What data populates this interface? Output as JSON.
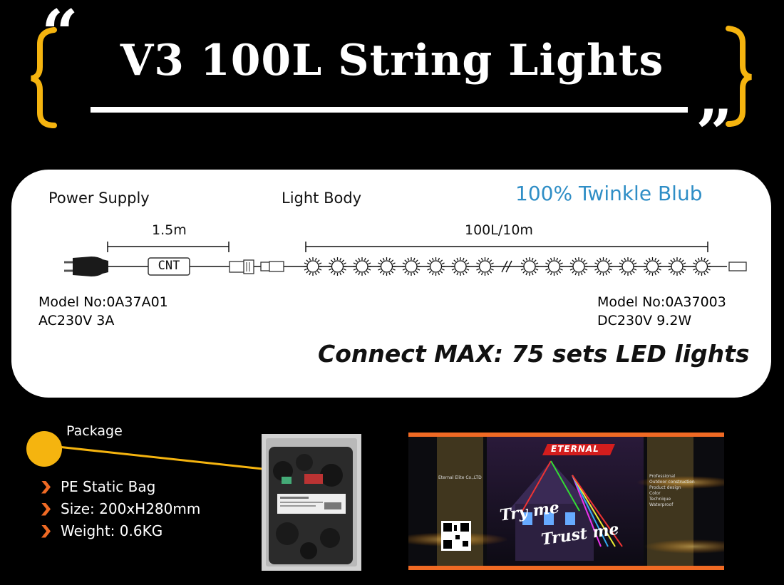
{
  "header": {
    "title": "V3 100L String Lights",
    "accent_color": "#f5b40f"
  },
  "card": {
    "power_label": "Power Supply",
    "body_label": "Light Body",
    "twinkle_label": "100% Twinkle Blub",
    "cable_length": "1.5m",
    "string_spec": "100L/10m",
    "controller_label": "CNT",
    "left_model": "Model No:0A37A01",
    "left_spec": "AC230V 3A",
    "right_model": "Model No:0A37003",
    "right_spec": "DC230V 9.2W",
    "connect": "Connect MAX: 75 sets LED lights"
  },
  "package": {
    "title": "Package",
    "items": [
      "PE Static Bag",
      "Size: 200xH280mm",
      "Weight: 0.6KG"
    ]
  },
  "banner": {
    "brand": "ETERNAL",
    "tagline_1": "Try me",
    "tagline_2": "Trust me",
    "company": "Eternal Elite Co.,LTD",
    "features": [
      "Professional",
      "Outdoor construction",
      "Product design"
    ],
    "checks": [
      "Color",
      "Technique",
      "Waterproof"
    ],
    "accent": "#f06a24"
  }
}
